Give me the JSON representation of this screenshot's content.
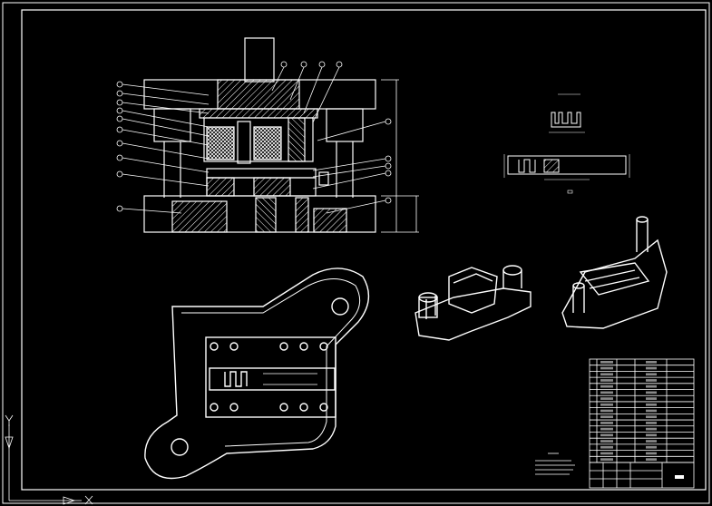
{
  "drawing": {
    "background": "#000000",
    "line_color": "#ffffff",
    "views": [
      "section-view",
      "part-elevation-view",
      "part-plan-view",
      "die-plan-view",
      "isometric-view-left",
      "isometric-view-right",
      "bill-of-materials",
      "title-block"
    ],
    "balloon_count_left": 10,
    "balloon_count_top": 4,
    "balloon_count_right": 5,
    "bom_rows": 17,
    "ucs_icon": "ucs-axis-icon"
  }
}
